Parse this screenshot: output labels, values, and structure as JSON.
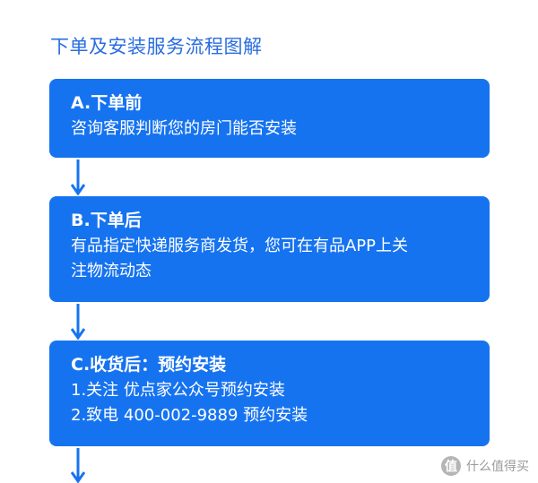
{
  "title": "下单及安装服务流程图解",
  "steps": [
    {
      "heading": "A.下单前",
      "lines": [
        "咨询客服判断您的房门能否安装"
      ]
    },
    {
      "heading": "B.下单后",
      "lines": [
        "有品指定快递服务商发货，您可在有品APP上关",
        "注物流动态"
      ]
    },
    {
      "heading": "C.收货后：预约安装",
      "lines": [
        "1.关注 优点家公众号预约安装",
        "2.致电 400-002-9889 预约安装"
      ]
    }
  ],
  "watermark": {
    "badge": "值",
    "text": "什么值得买"
  },
  "colors": {
    "box": "#1673f0",
    "title": "#2a6de0",
    "arrow": "#1673f0"
  }
}
